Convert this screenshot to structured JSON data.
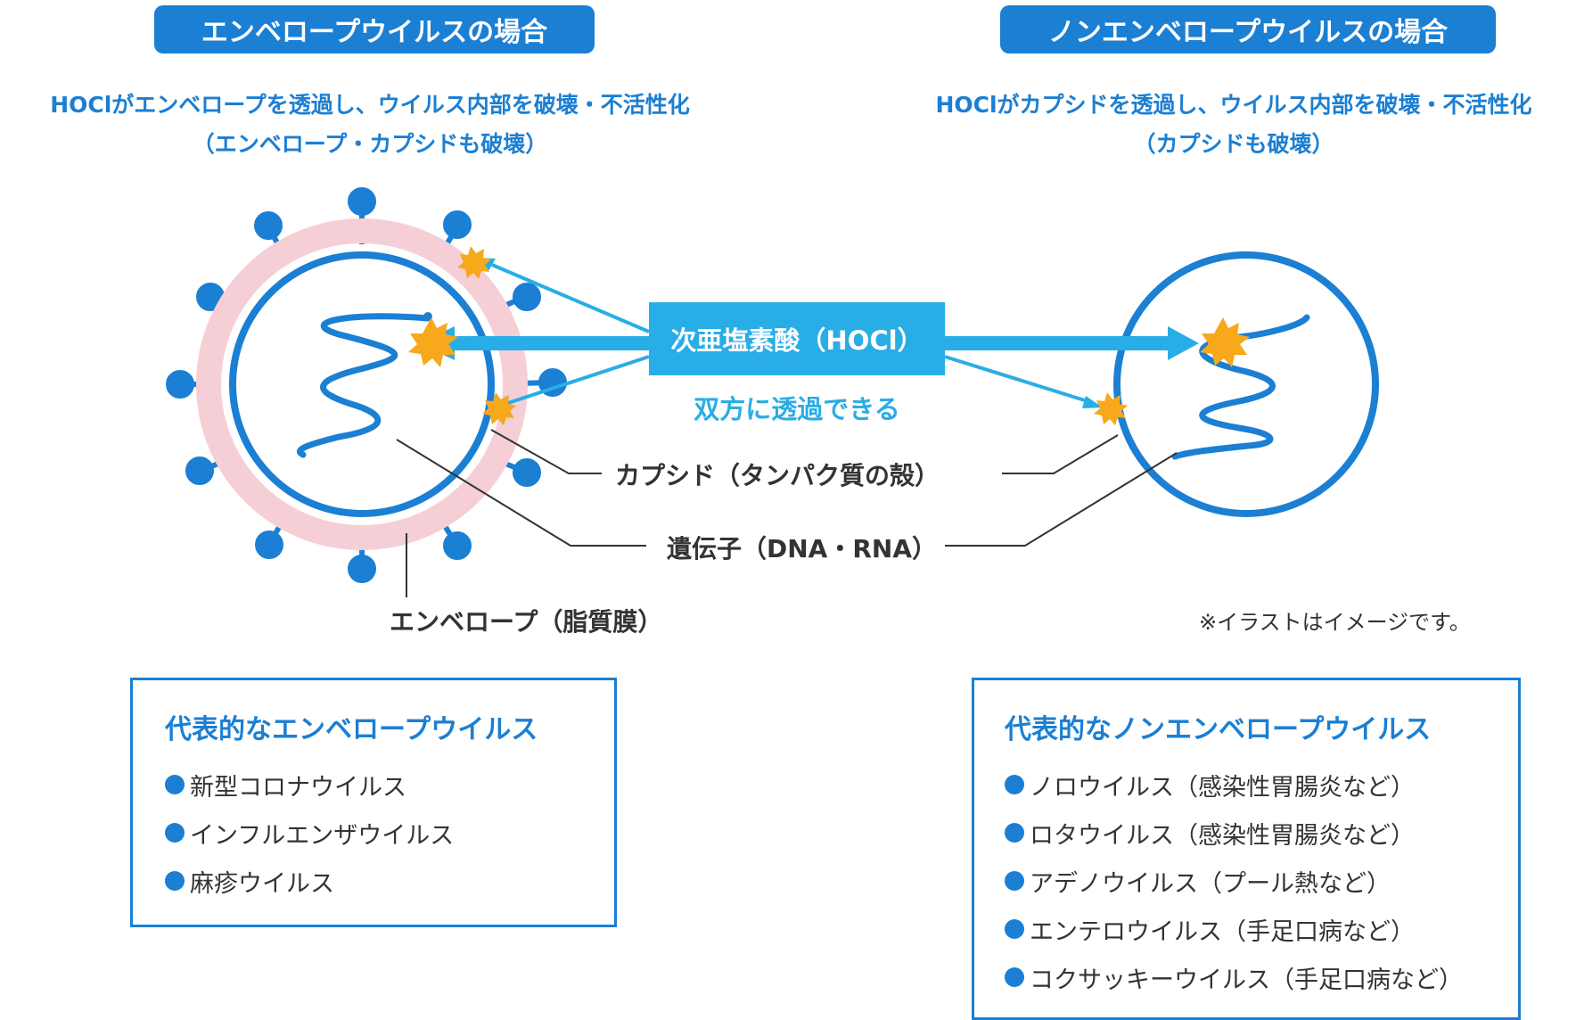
{
  "left": {
    "header": "エンベロープウイルスの場合",
    "desc_line1": "HOClがエンベロープを透過し、ウイルス内部を破壊・不活性化",
    "desc_line2": "（エンベロープ・カプシドも破壊）"
  },
  "right": {
    "header": "ノンエンベロープウイルスの場合",
    "desc_line1": "HOClがカプシドを透過し、ウイルス内部を破壊・不活性化",
    "desc_line2": "（カプシドも破壊）"
  },
  "center": {
    "hocl_label": "次亜塩素酸（HOCl）",
    "penetrate_label": "双方に透過できる"
  },
  "labels": {
    "capsid": "カプシド（タンパク質の殻）",
    "gene": "遺伝子（DNA・RNA）",
    "envelope": "エンベロープ（脂質膜）"
  },
  "note": "※イラストはイメージです。",
  "box_envelope": {
    "title": "代表的なエンベロープウイルス",
    "items": [
      "新型コロナウイルス",
      "インフルエンザウイルス",
      "麻疹ウイルス"
    ]
  },
  "box_non_envelope": {
    "title": "代表的なノンエンベロープウイルス",
    "items": [
      "ノロウイルス（感染性胃腸炎など）",
      "ロタウイルス（感染性胃腸炎など）",
      "アデノウイルス（プール熱など）",
      "エンテロウイルス（手足口病など）",
      "コクサッキーウイルス（手足口病など）"
    ]
  },
  "colors": {
    "primary_blue": "#1b7fd3",
    "light_blue": "#29ade6",
    "envelope_pink": "#f6cfd6",
    "burst_orange": "#f7a81b",
    "text_gray": "#333333"
  }
}
